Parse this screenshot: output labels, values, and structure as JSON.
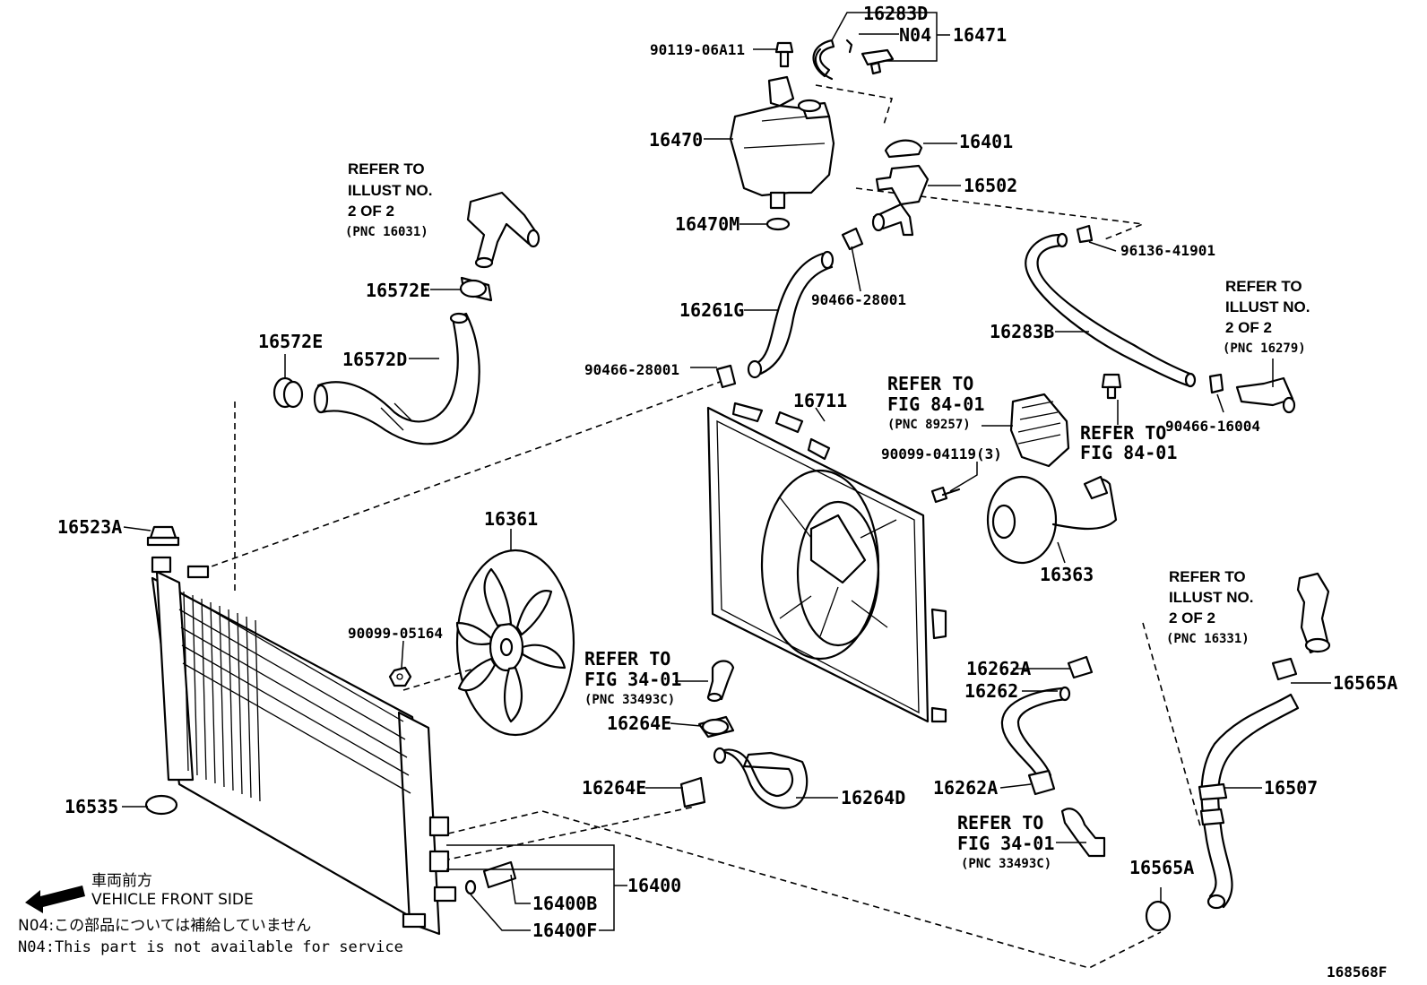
{
  "labels": {
    "p16283D": "16283D",
    "pN04": "N04",
    "p16471": "16471",
    "p90119": "90119-06A11",
    "p16470": "16470",
    "p16401": "16401",
    "p16502": "16502",
    "p16470M": "16470M",
    "p96136": "96136-41901",
    "p16572E_a": "16572E",
    "p16572E_b": "16572E",
    "p16572D": "16572D",
    "p16261G": "16261G",
    "p90466_a": "90466-28001",
    "p90466_b": "90466-28001",
    "p16283B": "16283B",
    "p90466_16004": "90466-16004",
    "p16711": "16711",
    "p90099_04119": "90099-04119(3)",
    "p16523A": "16523A",
    "p16361": "16361",
    "p16363": "16363",
    "p90099_05164": "90099-05164",
    "p16262A_a": "16262A",
    "p16262": "16262",
    "p16565A_a": "16565A",
    "p16264E_a": "16264E",
    "p16264E_b": "16264E",
    "p16264D": "16264D",
    "p16262A_b": "16262A",
    "p16507": "16507",
    "p16535": "16535",
    "p16565A_b": "16565A",
    "p16400": "16400",
    "p16400B": "16400B",
    "p16400F": "16400F"
  },
  "refs": {
    "ref_16031": [
      "REFER TO",
      "ILLUST NO.",
      "2 OF 2",
      "(PNC 16031)"
    ],
    "ref_16279": [
      "REFER TO",
      "ILLUST NO.",
      "2 OF 2",
      "(PNC 16279)"
    ],
    "ref_89257": [
      "REFER TO",
      "FIG 84-01",
      "(PNC 89257)"
    ],
    "ref_84_01": [
      "REFER TO",
      "FIG 84-01"
    ],
    "ref_33493_a": [
      "REFER TO",
      "FIG 34-01",
      "(PNC 33493C)"
    ],
    "ref_16331": [
      "REFER TO",
      "ILLUST NO.",
      "2 OF 2",
      "(PNC 16331)"
    ],
    "ref_33493_b": [
      "REFER TO",
      "FIG 34-01",
      "(PNC 33493C)"
    ]
  },
  "footer": {
    "direction_jp": "車両前方",
    "direction_en": "VEHICLE FRONT SIDE",
    "note_jp": "N04:この部品については補給していません",
    "note_en": "N04:This part is not available for service",
    "figure_id": "168568F"
  }
}
